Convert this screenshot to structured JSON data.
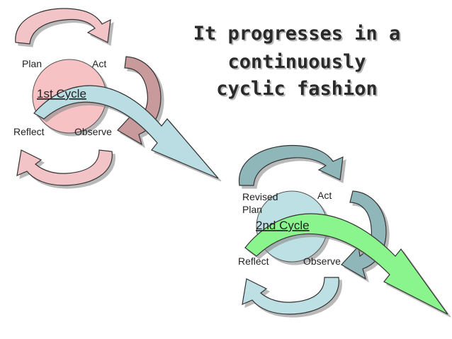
{
  "title": {
    "lines": [
      "It progresses in a",
      "continuously",
      "cyclic fashion"
    ]
  },
  "cycle1": {
    "name": "1st Cycle",
    "plan": "Plan",
    "act": "Act",
    "reflect": "Reflect",
    "observe": "Observe"
  },
  "cycle2": {
    "name": "2nd Cycle",
    "plan_line1": "Revised",
    "plan_line2": "Plan",
    "act": "Act",
    "reflect": "Reflect",
    "observe": "Observe"
  },
  "colors": {
    "cycle1_circle": "#f6c2c4",
    "cycle1_arrows": "#c89a9c",
    "cycle1_arrows_light": "#f2c4c7",
    "cycle2_circle": "#bde0e4",
    "cycle2_arrows": "#8fb6b8",
    "big_arrow_1": "#b9dde3",
    "big_arrow_2": "#8bf58d",
    "outline": "#333333"
  }
}
